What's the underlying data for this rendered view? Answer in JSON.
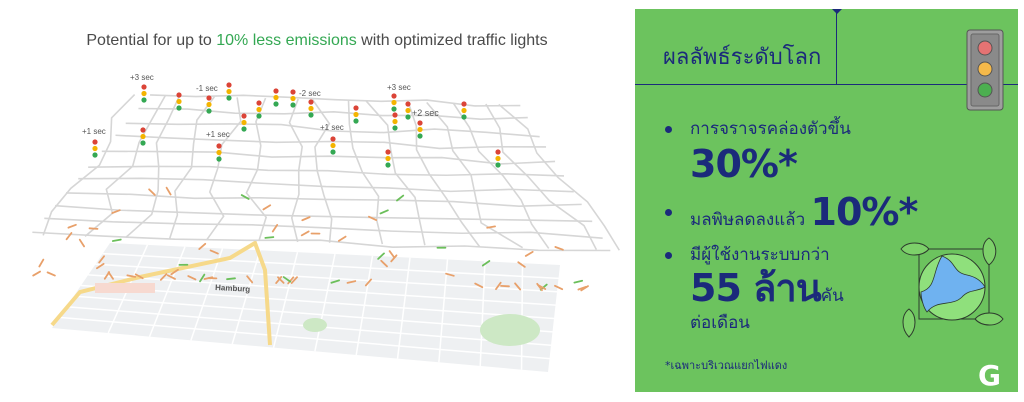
{
  "left_panel": {
    "headline": {
      "prefix": "Potential for up to ",
      "highlight": "10% less emissions",
      "suffix": " with optimized traffic lights"
    },
    "timing_labels": [
      "+3 sec",
      "-1 sec",
      "-2 sec",
      "+3 sec",
      "+2 sec",
      "+1 sec",
      "+1 sec",
      "+1 sec"
    ],
    "map_city_label": "Hamburg"
  },
  "right_panel": {
    "title": "ผลลัพธ์ระดับโลก",
    "stats": [
      {
        "text": "การจราจรคล่องตัวขึ้น",
        "value": "30%*"
      },
      {
        "text": "มลพิษลดลงแล้ว ",
        "value": "10%*"
      },
      {
        "text": "มีผู้ใช้งานระบบกว่า",
        "value": "55 ล้าน",
        "unit": "คัน",
        "suffix": "ต่อเดือน"
      }
    ],
    "footnote": "*เฉพาะบริเวณแยกไฟแดง",
    "logo": "G"
  },
  "colors": {
    "panel_green": "#6cc35e",
    "navy": "#1b2a7b",
    "highlight_green": "#34a853",
    "light_red": "#db4437",
    "light_yellow": "#f4b400",
    "light_green": "#34a853"
  }
}
